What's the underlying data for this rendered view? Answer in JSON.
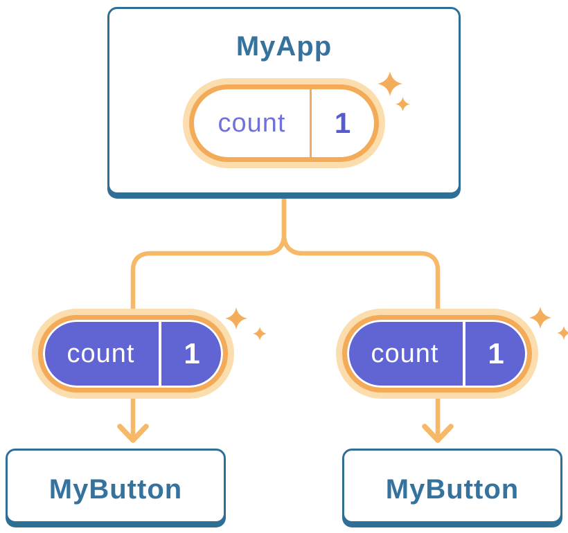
{
  "diagram": {
    "root": {
      "title": "MyApp",
      "state": {
        "label": "count",
        "value": "1"
      }
    },
    "children": [
      {
        "title": "MyButton",
        "state": {
          "label": "count",
          "value": "1"
        }
      },
      {
        "title": "MyButton",
        "state": {
          "label": "count",
          "value": "1"
        }
      }
    ]
  },
  "icons": {
    "sparkle": "sparkle-icon"
  },
  "colors": {
    "background": "#ffffff",
    "card_border_blue": "#2F6F96",
    "heading_blue": "#35739E",
    "ring_orange": "#F3AB58",
    "ring_light": "#FBDDAE",
    "pill_purple": "#6165D4",
    "pill_label_purple": "#7072DA",
    "pill_value_purple": "#565CCE",
    "connector_orange": "#F7B967",
    "sparkle_orange": "#F3AD5B"
  }
}
